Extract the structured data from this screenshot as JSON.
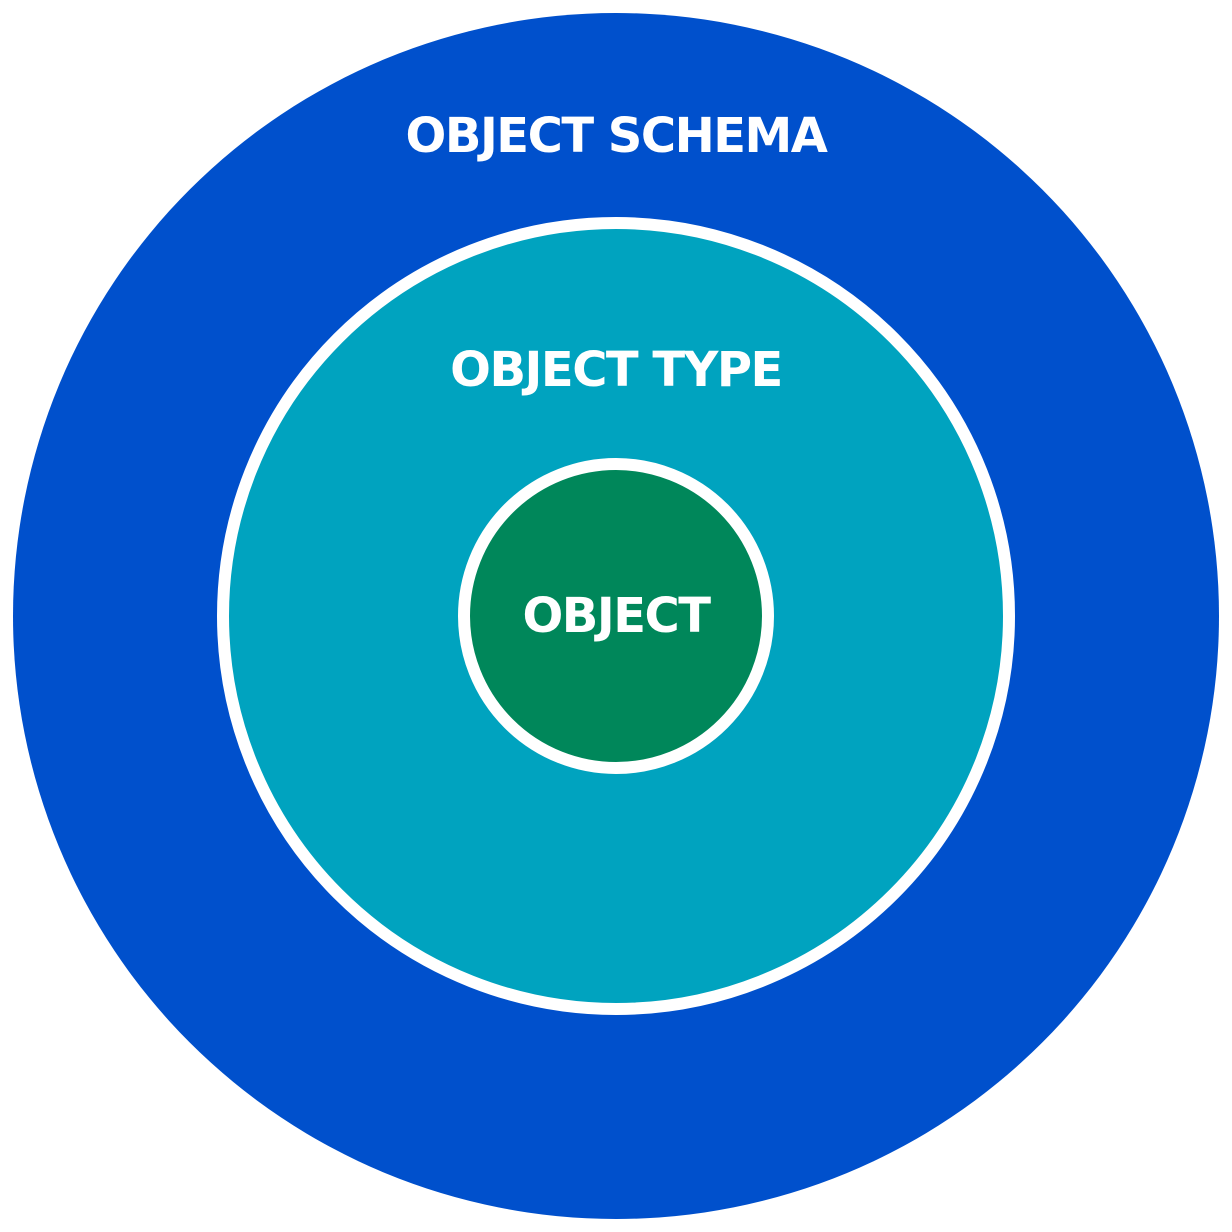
{
  "diagram": {
    "outer": {
      "label": "OBJECT SCHEMA",
      "color": "#0050CC"
    },
    "middle": {
      "label": "OBJECT TYPE",
      "color": "#00A3BF",
      "border_color": "#FFFFFF"
    },
    "inner": {
      "label": "OBJECT",
      "color": "#00875A",
      "border_color": "#FFFFFF"
    }
  }
}
